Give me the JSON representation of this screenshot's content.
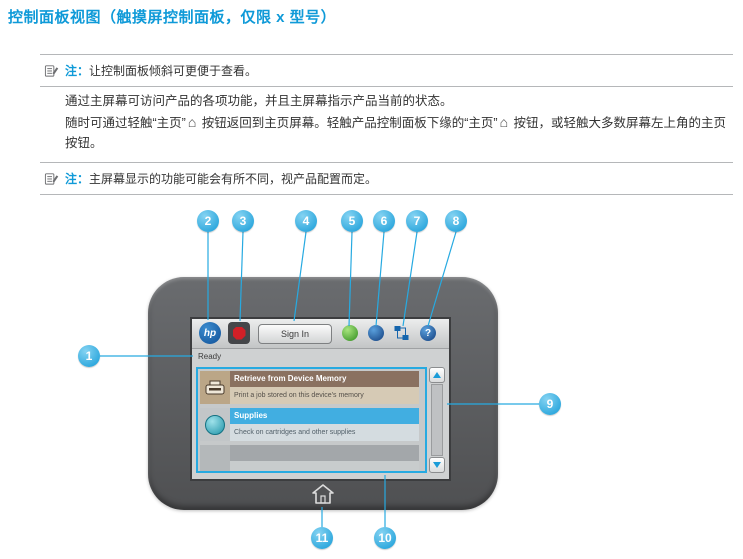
{
  "page": {
    "title": "控制面板视图（触摸屏控制面板，仅限 x 型号）",
    "notes": [
      {
        "label": "注：",
        "text": "让控制面板倾斜可更便于查看。"
      },
      {
        "label": "注：",
        "text": "主屏幕显示的功能可能会有所不同，视产品配置而定。"
      }
    ],
    "p1": "通过主屏幕可访问产品的各项功能，并且主屏幕指示产品当前的状态。",
    "p2_seg1": "随时可通过轻触“主页”",
    "p2_seg2": " 按钮返回到主页屏幕。轻触产品控制面板下缘的“主页”",
    "p2_seg3": " 按钮，或轻触大多数屏幕左上角的主页按钮。"
  },
  "icons": {
    "home_inline": "⌂",
    "help": "?"
  },
  "panel": {
    "logo": "hp",
    "sign_in_label": "Sign In",
    "status": "Ready",
    "list": [
      {
        "title": "Retrieve from Device Memory",
        "subtitle": "Print a job stored on this device's memory"
      },
      {
        "title": "Supplies",
        "subtitle": "Check on cartridges and other supplies"
      }
    ]
  },
  "callouts": [
    "1",
    "2",
    "3",
    "4",
    "5",
    "6",
    "7",
    "8",
    "9",
    "10",
    "11"
  ],
  "colors": {
    "accent_blue": "#27aae1",
    "title_blue": "#0f9ad8",
    "bezel_gray": "#58595b",
    "screen_gray": "#d1d3d4",
    "supplies_blue": "#41aee1",
    "retrieve_brown": "#8a7160",
    "stop_red": "#d22027"
  }
}
